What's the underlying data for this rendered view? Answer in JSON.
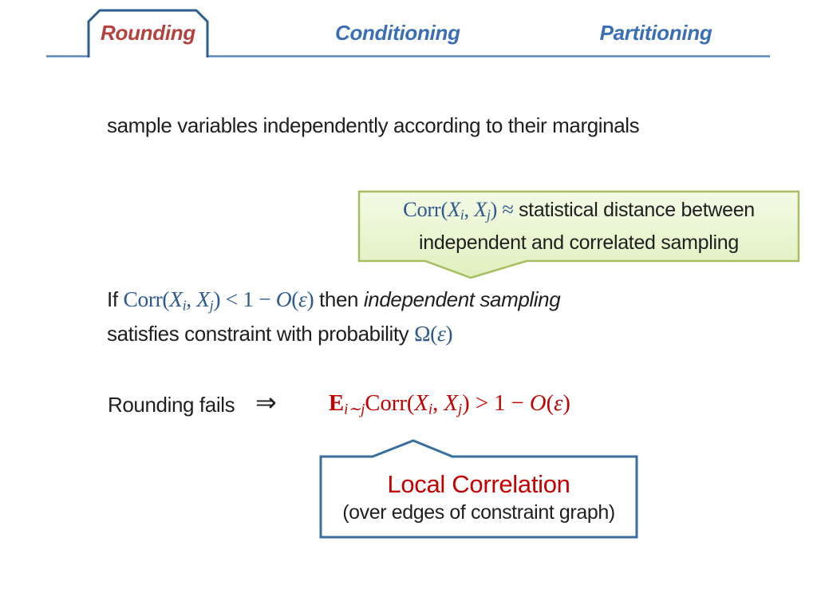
{
  "slide": {
    "tabs": [
      {
        "label": "Rounding",
        "active": true
      },
      {
        "label": "Conditioning",
        "active": false
      },
      {
        "label": "Partitioning",
        "active": false
      }
    ],
    "statement": "sample variables independently according to their marginals",
    "green_callout": {
      "line1": [
        {
          "t": "Corr(",
          "c": "sr blue"
        },
        {
          "t": "X",
          "c": "si blue"
        },
        {
          "t": "i",
          "c": "si blue sub"
        },
        {
          "t": ", ",
          "c": "sr blue"
        },
        {
          "t": "X",
          "c": "si blue"
        },
        {
          "t": "j",
          "c": "si blue sub"
        },
        {
          "t": ") ≈ ",
          "c": "sr blue"
        },
        {
          "t": "statistical distance between",
          "c": "t"
        }
      ],
      "line2": [
        {
          "t": "independent and correlated sampling",
          "c": "t"
        }
      ]
    },
    "claim": {
      "line1": [
        {
          "t": "If ",
          "c": "t"
        },
        {
          "t": "Corr(",
          "c": "sr blue"
        },
        {
          "t": "X",
          "c": "si blue"
        },
        {
          "t": "i",
          "c": "si blue sub"
        },
        {
          "t": ", ",
          "c": "sr blue"
        },
        {
          "t": "X",
          "c": "si blue"
        },
        {
          "t": "j",
          "c": "si blue sub"
        },
        {
          "t": ") < 1 − ",
          "c": "sr blue"
        },
        {
          "t": "O",
          "c": "si blue"
        },
        {
          "t": "(",
          "c": "sr blue"
        },
        {
          "t": "ε",
          "c": "si blue"
        },
        {
          "t": ")",
          "c": "sr blue"
        },
        {
          "t": " then ",
          "c": "t"
        },
        {
          "t": "independent sampling",
          "c": "ti"
        }
      ],
      "line2": [
        {
          "t": "satisfies constraint with probability ",
          "c": "t"
        },
        {
          "t": "Ω(",
          "c": "sr blue"
        },
        {
          "t": "ε",
          "c": "si blue"
        },
        {
          "t": ")",
          "c": "sr blue"
        }
      ]
    },
    "fails": {
      "label": "Rounding fails",
      "arrow": "⇒",
      "formula": [
        {
          "t": "E",
          "c": "sr red b"
        },
        {
          "t": "i∼j",
          "c": "si red sub"
        },
        {
          "t": "Corr(",
          "c": "sr red"
        },
        {
          "t": "X",
          "c": "si red"
        },
        {
          "t": "i",
          "c": "si red sub"
        },
        {
          "t": ", ",
          "c": "sr red"
        },
        {
          "t": "X",
          "c": "si red"
        },
        {
          "t": "j",
          "c": "si red sub"
        },
        {
          "t": ") > 1 − ",
          "c": "sr red"
        },
        {
          "t": "O",
          "c": "si red"
        },
        {
          "t": "(",
          "c": "sr red"
        },
        {
          "t": "ε",
          "c": "si red"
        },
        {
          "t": ")",
          "c": "sr red"
        }
      ]
    },
    "blue_callout": {
      "title": "Local Correlation",
      "subtitle": "(over edges of constraint graph)"
    },
    "colors": {
      "line_blue": "#5b87b8",
      "tab_border": "#2e5e8e",
      "tab_active_text": "#b5413c",
      "tab_inactive_text": "#3a6eb5",
      "body_text": "#1f1f1f",
      "math_blue": "#2e5a90",
      "accent_red": "#c40000",
      "green_border": "#a6be61",
      "green_top": "#f4fae6",
      "green_bottom": "#dff0be",
      "blue_border": "#3a6e9c"
    }
  }
}
